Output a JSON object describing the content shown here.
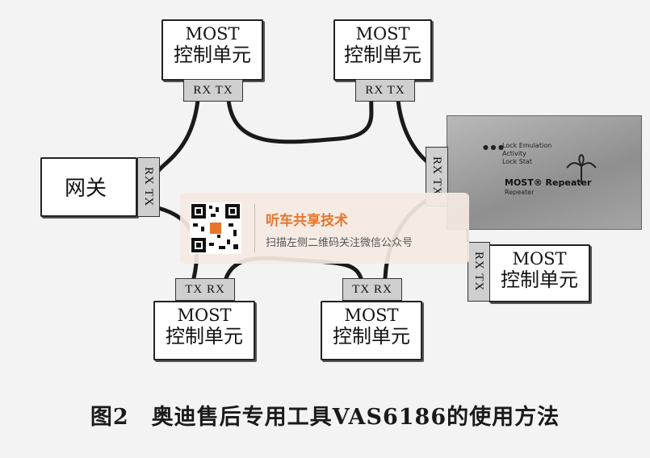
{
  "units": [
    {
      "id": "top-left",
      "line1": "MOST",
      "line2": "控制单元",
      "ports": "RX TX"
    },
    {
      "id": "top-right",
      "line1": "MOST",
      "line2": "控制单元",
      "ports": "RX TX"
    },
    {
      "id": "bottom-left",
      "line1": "MOST",
      "line2": "控制单元",
      "ports": "TX RX"
    },
    {
      "id": "bottom-mid",
      "line1": "MOST",
      "line2": "控制单元",
      "ports": "TX RX"
    },
    {
      "id": "right",
      "line1": "MOST",
      "line2": "控制单元",
      "ports": "RX TX"
    }
  ],
  "gateway": {
    "label": "网关",
    "ports": "RX TX"
  },
  "repeater": {
    "ports": "RX TX",
    "name": "MOST® Repeater",
    "subtitle": "Repeater",
    "leds": [
      "Lock Emulation",
      "Activity",
      "Lock Stat"
    ]
  },
  "watermark": {
    "title": "听车共享技术",
    "subtitle": "扫描左侧二维码关注微信公众号",
    "qr_icon": "qr-code-icon"
  },
  "caption": "图2　奥迪售后专用工具VAS6186的使用方法"
}
